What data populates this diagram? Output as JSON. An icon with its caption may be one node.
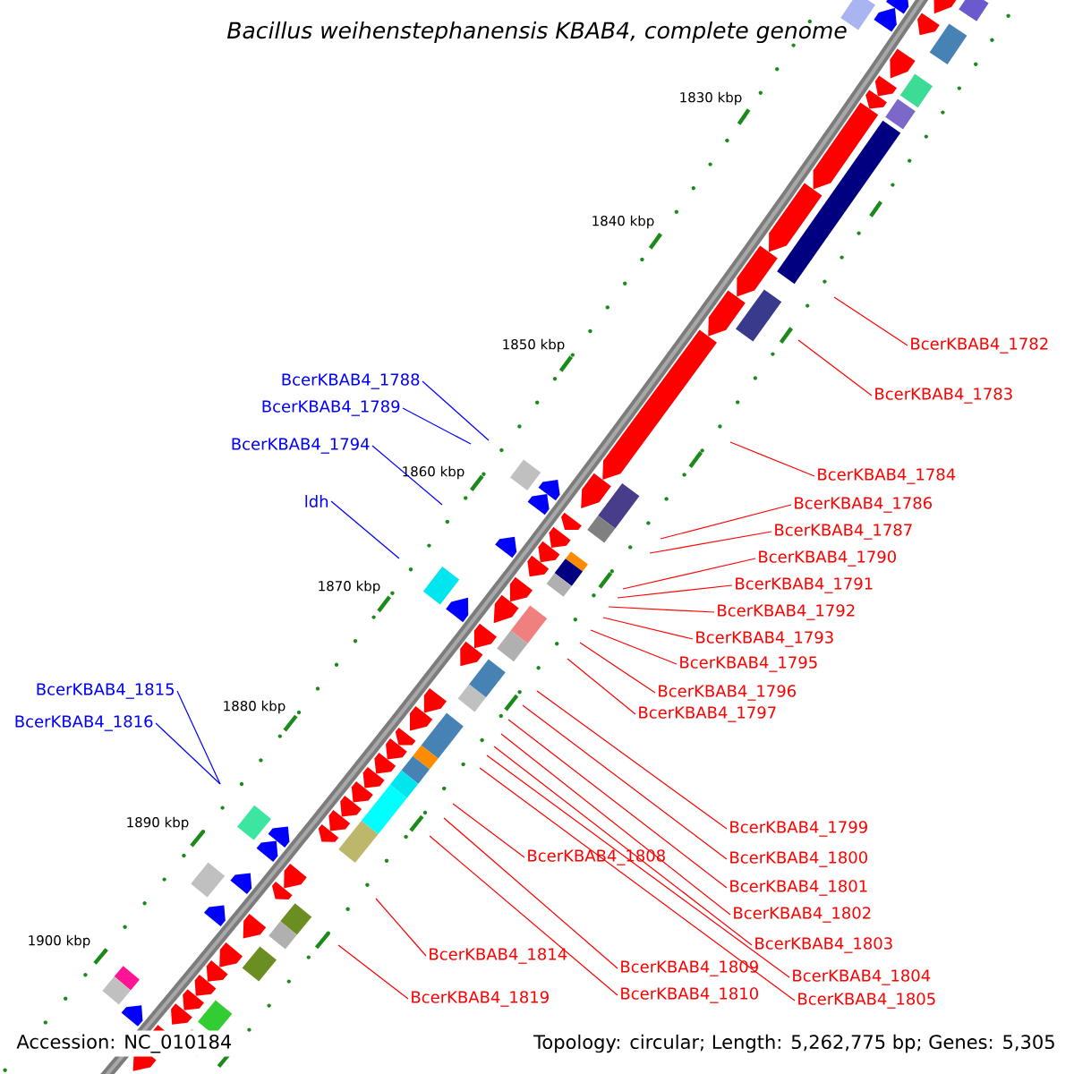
{
  "diagram": {
    "title": "Bacillus weihenstephanensis KBAB4, complete genome",
    "nodes": [
      {
        "text": [
          "BcerKBAB4_1782"
        ]
      },
      {
        "text": [
          "BcerKBAB4_1788"
        ]
      },
      {
        "text": [
          "BcerKBAB4_1783"
        ]
      },
      {
        "text": [
          "BcerKBAB4_1789"
        ]
      },
      {
        "text": [
          "BcerKBAB4_1794"
        ]
      },
      {
        "text": [
          "BcerKBAB4_1784"
        ]
      },
      {
        "text": [
          "ldh"
        ]
      },
      {
        "text": [
          "BcerKBAB4_1786"
        ]
      },
      {
        "text": [
          "BcerKBAB4_1787"
        ]
      },
      {
        "text": [
          "BcerKBAB4_1790"
        ]
      },
      {
        "text": [
          "BcerKBAB4_1791"
        ]
      },
      {
        "text": [
          "BcerKBAB4_1792"
        ]
      },
      {
        "text": [
          "BcerKBAB4_1793"
        ]
      },
      {
        "text": [
          "BcerKBAB4_1795"
        ]
      },
      {
        "text": [
          "BcerKBAB4_1815"
        ]
      },
      {
        "text": [
          "BcerKBAB4_1796"
        ]
      },
      {
        "text": [
          "BcerKBAB4_1797"
        ]
      },
      {
        "text": [
          "BcerKBAB4_1816"
        ]
      },
      {
        "text": [
          "BcerKBAB4_1799"
        ]
      },
      {
        "text": [
          "BcerKBAB4_1800"
        ]
      },
      {
        "text": [
          "BcerKBAB4_1808"
        ]
      },
      {
        "text": [
          "BcerKBAB4_1801"
        ]
      },
      {
        "text": [
          "BcerKBAB4_1802"
        ]
      },
      {
        "text": [
          "BcerKBAB4_1803"
        ]
      },
      {
        "text": [
          "BcerKBAB4_1814"
        ]
      },
      {
        "text": [
          "BcerKBAB4_1809"
        ]
      },
      {
        "text": [
          "BcerKBAB4_1804"
        ]
      },
      {
        "text": [
          "BcerKBAB4_1810"
        ]
      },
      {
        "text": [
          "BcerKBAB4_1819"
        ]
      },
      {
        "text": [
          "BcerKBAB4_1805"
        ]
      }
    ],
    "edges": [
      {
        "from": 0,
        "to": null,
        "arrow": "none"
      },
      {
        "from": 1,
        "to": null,
        "arrow": "none",
        "color": "#0000ff"
      },
      {
        "from": 2,
        "to": null,
        "arrow": "none"
      },
      {
        "from": 3,
        "to": null,
        "arrow": "none",
        "color": "#0000ff"
      },
      {
        "from": 4,
        "to": null,
        "arrow": "none",
        "color": "#0000ff"
      },
      {
        "from": 5,
        "to": null,
        "arrow": "none"
      },
      {
        "from": 6,
        "to": null,
        "arrow": "none",
        "color": "#0000ff"
      },
      {
        "from": 7,
        "to": null,
        "arrow": "none"
      },
      {
        "from": 8,
        "to": null,
        "arrow": "none"
      },
      {
        "from": 9,
        "to": null,
        "arrow": "none"
      },
      {
        "from": 10,
        "to": null,
        "arrow": "none"
      },
      {
        "from": 11,
        "to": null,
        "arrow": "none"
      },
      {
        "from": 12,
        "to": null,
        "arrow": "none"
      },
      {
        "from": 13,
        "to": null,
        "arrow": "none"
      },
      {
        "from": 14,
        "to": null,
        "arrow": "none",
        "color": "#0000ff"
      },
      {
        "from": 15,
        "to": null,
        "arrow": "none"
      },
      {
        "from": 16,
        "to": null,
        "arrow": "none"
      },
      {
        "from": 17,
        "to": null,
        "arrow": "none",
        "color": "#0000ff"
      },
      {
        "from": 18,
        "to": null,
        "arrow": "none"
      },
      {
        "from": 19,
        "to": null,
        "arrow": "none"
      },
      {
        "from": 20,
        "to": null,
        "arrow": "none"
      },
      {
        "from": 21,
        "to": null,
        "arrow": "none"
      },
      {
        "from": 22,
        "to": null,
        "arrow": "none"
      },
      {
        "from": 23,
        "to": null,
        "arrow": "none"
      },
      {
        "from": 24,
        "to": null,
        "arrow": "none"
      },
      {
        "from": 25,
        "to": null,
        "arrow": "none"
      },
      {
        "from": 26,
        "to": null,
        "arrow": "none"
      },
      {
        "from": 27,
        "to": null,
        "arrow": "none"
      },
      {
        "from": 28,
        "to": null,
        "arrow": "none"
      },
      {
        "from": 29,
        "to": null,
        "arrow": "none"
      }
    ],
    "labels": [
      "1830 kbp",
      "1840 kbp",
      "1850 kbp",
      "1860 kbp",
      "1870 kbp",
      "1880 kbp",
      "1890 kbp",
      "1900 kbp",
      "Accession: NC_010184",
      "Topology: circular; Length: 5,262,775 bp; Genes: 5,305"
    ]
  }
}
